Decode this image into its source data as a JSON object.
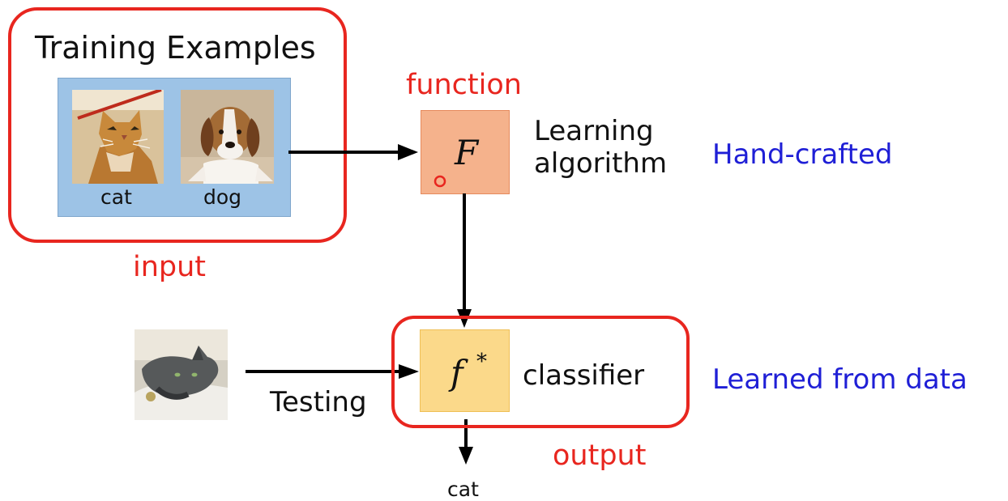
{
  "input_section": {
    "title": "Training Examples",
    "caption": "input",
    "examples": [
      {
        "label": "cat",
        "image_icon": "cat-photo"
      },
      {
        "label": "dog",
        "image_icon": "dog-photo"
      }
    ]
  },
  "learning": {
    "top_label": "function",
    "symbol": "F",
    "description": "Learning\nalgorithm",
    "side_note": "Hand-crafted"
  },
  "classifier": {
    "symbol": "f",
    "superscript": "*",
    "label": "classifier",
    "caption": "output",
    "side_note": "Learned from data"
  },
  "testing": {
    "image_icon": "cat-photo",
    "label": "Testing"
  },
  "result": {
    "label": "cat"
  },
  "colors": {
    "annotation_red": "#e8261f",
    "side_note_blue": "#1f1fd6",
    "image_panel_blue": "#9dc3e6",
    "function_box": "#f5b28c",
    "classifier_box": "#fbd98a"
  }
}
